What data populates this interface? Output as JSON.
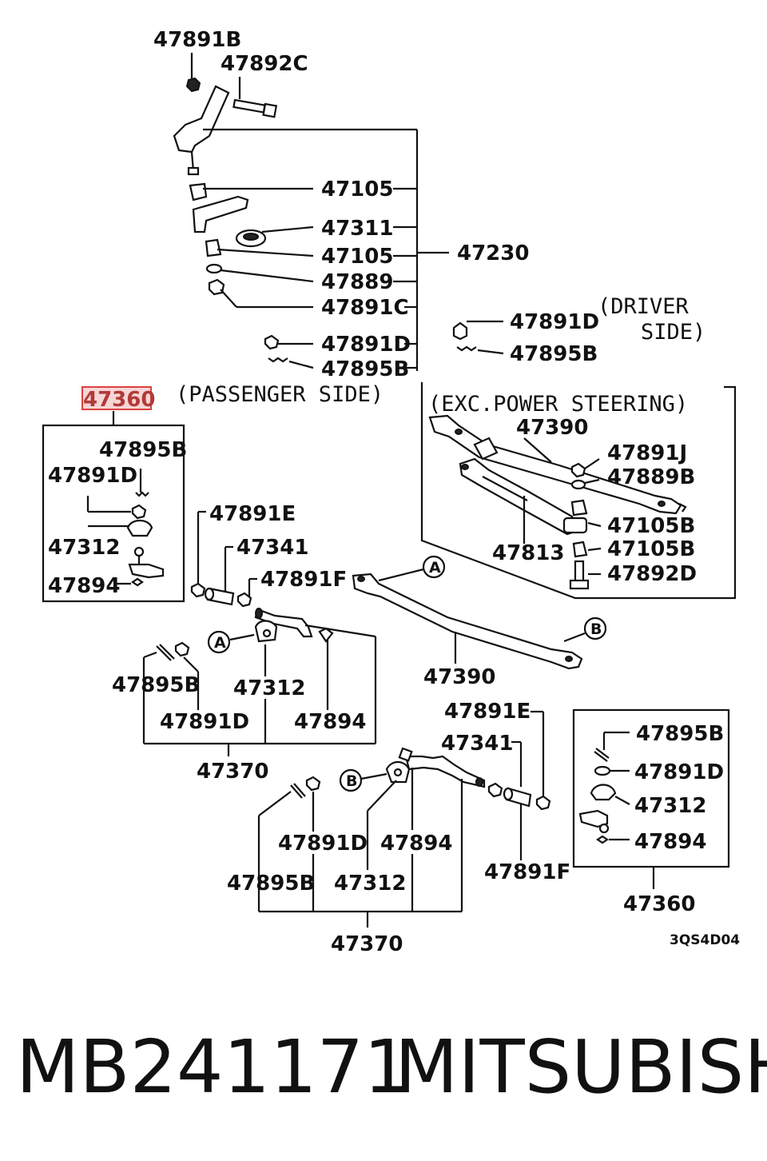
{
  "labels": {
    "top_bolt_nut": "47891B",
    "top_bolt": "47892C",
    "idler_bushing_upper": "47105",
    "idler_arm": "47311",
    "idler_bushing_lower": "47105",
    "idler_washer": "47889",
    "idler_nut": "47891C",
    "idler_nut_d": "47891D",
    "idler_pin": "47895B",
    "idler_assembly": "47230",
    "driver_nut": "47891D",
    "driver_pin": "47895B",
    "selected_part": "47360",
    "left_box_pin": "47895B",
    "left_box_nut": "47891D",
    "left_box_boot": "47312",
    "left_box_clip": "47894",
    "left_end_nut_e": "47891E",
    "left_sleeve": "47341",
    "left_end_nut_f": "47891F",
    "left_rod_pin": "47895B",
    "left_rod_boot": "47312",
    "left_rod_nut": "47891D",
    "left_rod_clip": "47894",
    "left_rod_assembly": "47370",
    "center_link": "47390",
    "ps_center_link": "47390",
    "ps_nut_j": "47891J",
    "ps_washer": "47889B",
    "ps_damper": "47813",
    "ps_bushing_1": "47105B",
    "ps_bushing_2": "47105B",
    "ps_bolt": "47892D",
    "right_end_nut_e": "47891E",
    "right_sleeve": "47341",
    "right_rod_nut": "47891D",
    "right_rod_clip": "47894",
    "right_rod_pin": "47895B",
    "right_rod_boot": "47312",
    "right_end_nut_f": "47891F",
    "right_rod_assembly": "47370",
    "right_box_pin": "47895B",
    "right_box_nut": "47891D",
    "right_box_boot": "47312",
    "right_box_clip": "47894",
    "right_box_assembly": "47360"
  },
  "notes": {
    "driver_side_line1": "(DRIVER",
    "driver_side_line2": "SIDE)",
    "passenger_side": "(PASSENGER SIDE)",
    "exc_power_steering": "(EXC.POWER STEERING)"
  },
  "circle_markers": {
    "a": "A",
    "b": "B"
  },
  "diagram_code": "3QS4D04",
  "footer": {
    "part_number": "MB241171",
    "brand": "MITSUBISHI"
  },
  "colors": {
    "highlight_border": "#d9423f",
    "highlight_fill": "#f6d6d6",
    "ink": "#111111"
  }
}
